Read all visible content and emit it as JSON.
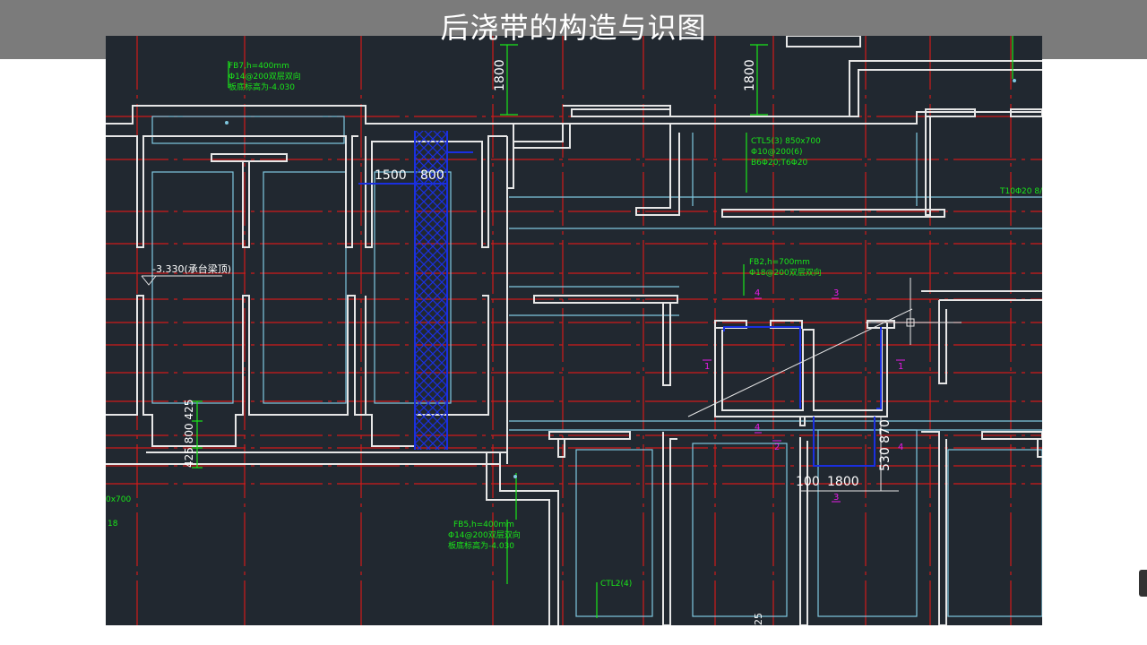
{
  "header": {
    "title": "后浇带的构造与识图"
  },
  "drawing": {
    "beam_labels": {
      "fb7": [
        "FB7,h=400mm",
        "Φ14@200双层双向",
        "板底标高为-4.030"
      ],
      "fb5": [
        "FB5,h=400mm",
        "Φ14@200双层双向",
        "板底标高为-4.030"
      ],
      "ctl5": [
        "CTL5(3) 850x700",
        "Φ10@200(6)",
        "B6Φ20;T6Φ20"
      ],
      "fb2": [
        "FB2,h=700mm",
        "Φ18@200双层双向"
      ],
      "ctl2": "CTL2(4)",
      "t10": "T10Φ20 8/",
      "left_partial_1": "0x700",
      "left_partial_2": "18"
    },
    "elevation_label": "-3.330(承台梁顶)",
    "dimensions": {
      "dim_1800_a": "1800",
      "dim_1800_b": "1800",
      "dim_1500": "1500",
      "dim_800": "800",
      "dim_left_vertical": "425 800 425",
      "dim_100": "100",
      "dim_1800_bottom": "1800",
      "dim_right_vertical": "530 870",
      "dim_bottom_edge": "25"
    },
    "section_marks": {
      "s4_top": "4",
      "s3_top": "3",
      "s1_left": "1",
      "s1_right": "1",
      "s4_mid": "4",
      "s2": "2",
      "s3_bottom": "3",
      "s4_right": "4"
    },
    "colors": {
      "background": "#212830",
      "beam_outline": "#e6e6e6",
      "axis": "#d01a1a",
      "inner_outline": "#7fc8e0",
      "annotation": "#19e619",
      "post_pour_band": "#1a2fe0",
      "section_mark": "#e81ce8",
      "title_bar": "#7b7b7b"
    }
  }
}
